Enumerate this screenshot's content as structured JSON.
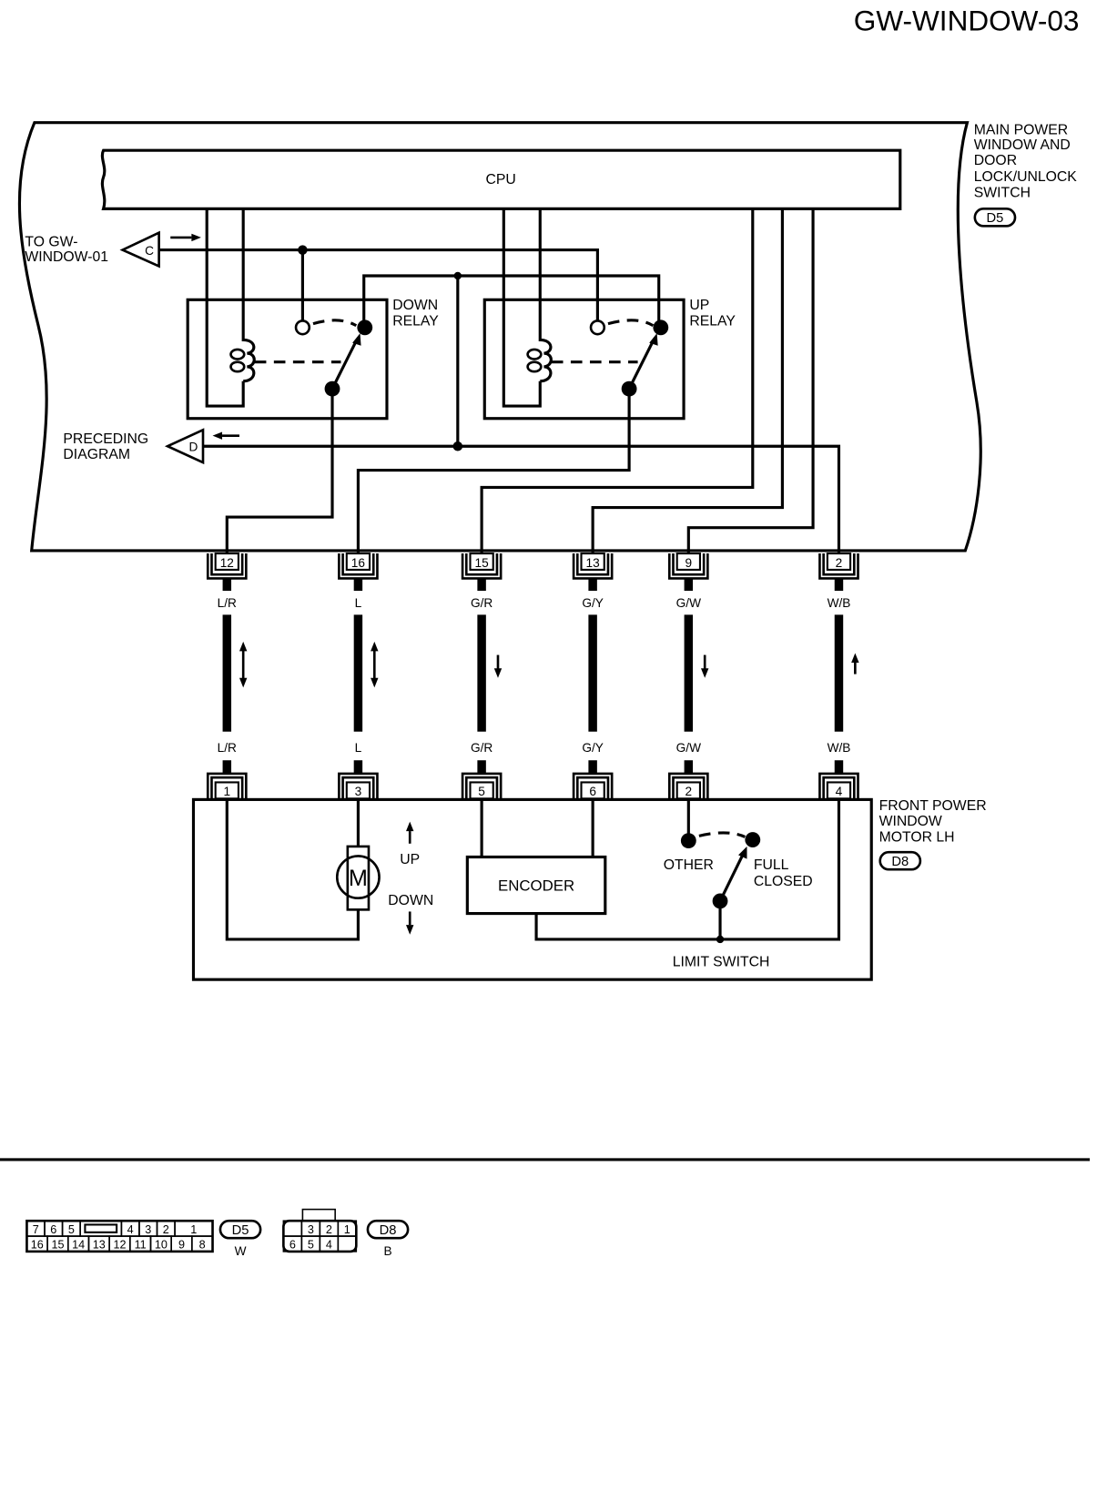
{
  "header": {
    "title": "GW-WINDOW-03"
  },
  "main_switch": {
    "label_lines": [
      "MAIN POWER",
      "WINDOW AND",
      "DOOR",
      "LOCK/UNLOCK",
      "SWITCH"
    ],
    "connector_id": "D5",
    "cpu_label": "CPU",
    "down_relay_lines": [
      "DOWN",
      "RELAY"
    ],
    "up_relay_lines": [
      "UP",
      "RELAY"
    ]
  },
  "offpage": {
    "to_gw_window_01": {
      "lines": [
        "TO GW-",
        "WINDOW-01"
      ],
      "letter": "C"
    },
    "preceding_diagram": {
      "lines": [
        "PRECEDING",
        "DIAGRAM"
      ],
      "letter": "D"
    }
  },
  "wires": [
    {
      "switch_pin": "12",
      "color_top": "L/R",
      "color_bottom": "L/R",
      "motor_pin": "1",
      "direction": "both"
    },
    {
      "switch_pin": "16",
      "color_top": "L",
      "color_bottom": "L",
      "motor_pin": "3",
      "direction": "both"
    },
    {
      "switch_pin": "15",
      "color_top": "G/R",
      "color_bottom": "G/R",
      "motor_pin": "5",
      "direction": "down"
    },
    {
      "switch_pin": "13",
      "color_top": "G/Y",
      "color_bottom": "G/Y",
      "motor_pin": "6",
      "direction": "none"
    },
    {
      "switch_pin": "9",
      "color_top": "G/W",
      "color_bottom": "G/W",
      "motor_pin": "2",
      "direction": "down"
    },
    {
      "switch_pin": "2",
      "color_top": "W/B",
      "color_bottom": "W/B",
      "motor_pin": "4",
      "direction": "up"
    }
  ],
  "motor": {
    "label_lines": [
      "FRONT POWER",
      "WINDOW",
      "MOTOR LH"
    ],
    "connector_id": "D8",
    "motor_symbol": "M",
    "up_label": "UP",
    "down_label": "DOWN",
    "encoder_label": "ENCODER",
    "other_label": "OTHER",
    "full_closed_lines": [
      "FULL",
      "CLOSED"
    ],
    "limit_switch_label": "LIMIT SWITCH"
  },
  "connector_views": {
    "d5": {
      "id": "D5",
      "color": "W",
      "top_row": [
        "7",
        "6",
        "5",
        "",
        "4",
        "3",
        "2",
        "1"
      ],
      "bottom_row": [
        "16",
        "15",
        "14",
        "13",
        "12",
        "11",
        "10",
        "9",
        "8"
      ]
    },
    "d8": {
      "id": "D8",
      "color": "B",
      "top_row": [
        "",
        "3",
        "2",
        "1"
      ],
      "bottom_row": [
        "6",
        "5",
        "4",
        ""
      ]
    }
  }
}
